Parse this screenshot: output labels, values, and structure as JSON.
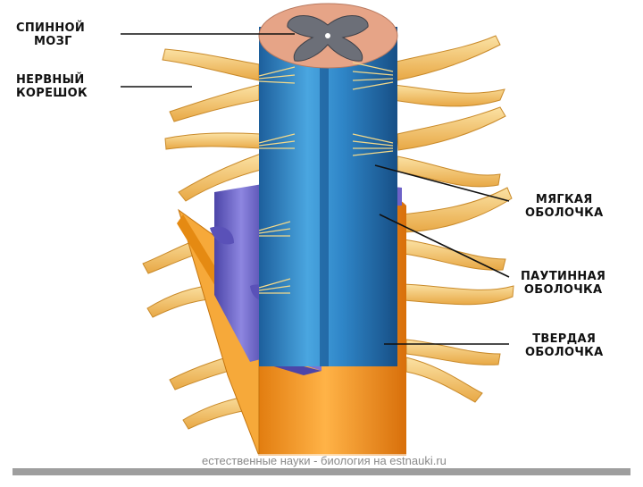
{
  "labels": {
    "spinal_cord": [
      "СПИННОЙ",
      "МОЗГ"
    ],
    "nerve_root": [
      "НЕРВНЫЙ",
      "КОРЕШОК"
    ],
    "pia_mater": [
      "МЯГКАЯ",
      "ОБОЛОЧКА"
    ],
    "arachnoid": [
      "ПАУТИННАЯ",
      "ОБОЛОЧКА"
    ],
    "dura_mater": [
      "ТВЕРДАЯ",
      "ОБОЛОЧКА"
    ]
  },
  "watermark": "естественные науки - биология на estnauki.ru",
  "colors": {
    "cord_blue": "#2f86c8",
    "arachnoid_purple": "#6d62c8",
    "dura_orange": "#f09418",
    "nerve_yellow": "#f5c66a",
    "gray_matter": "#6c6f78",
    "cord_top": "#e6a487"
  }
}
